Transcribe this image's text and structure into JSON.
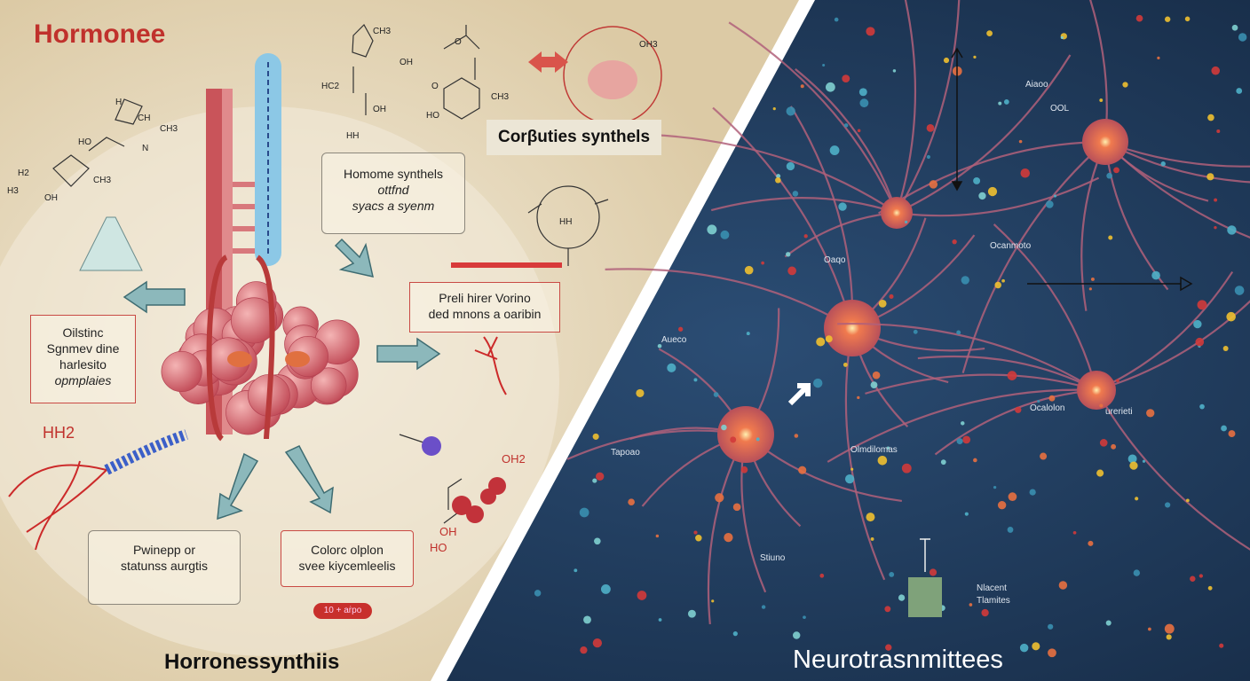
{
  "left_panel": {
    "title": "Hormonee",
    "bottom_title": "Horronessynthiis",
    "label_corbuties": "Corβuties synthels",
    "box_homome": [
      "Homome synthels",
      "ottfnd",
      "syacs a syenm"
    ],
    "box_preli": [
      "Preli hirer Vorino",
      "ded mnons a oaribin"
    ],
    "box_oilstinc": [
      "Oilstinc",
      "Sgnmev dine",
      "harlesito",
      "opmplaies"
    ],
    "hh2": "HH2",
    "box_pwinepp": [
      "Pwinepp or",
      "statunss aurgtis"
    ],
    "box_colorc": [
      "Colorc olplon",
      "svee kiycemleelis"
    ],
    "pill": "10 + aṙpo",
    "chem_labels": [
      "CH3",
      "OH",
      "HC2",
      "OH",
      "HH",
      "O",
      "O",
      "CH3",
      "HO",
      "H",
      "CH",
      "CH3",
      "HO",
      "N",
      "H2",
      "CH3",
      "H3",
      "OH",
      "HH",
      "OH2",
      "OH",
      "HO",
      "OH3"
    ]
  },
  "right_panel": {
    "title": "Neurotrasnmittees",
    "labels": [
      "Aiaoo",
      "OOL",
      "Ocanmoto",
      "Oaqo",
      "Aueco",
      "Ocalolon",
      "urerieti",
      "Olmdilomas",
      "Tapoao",
      "Stiuno"
    ],
    "legend": [
      "Nlacent",
      "Tlamites"
    ]
  },
  "colors": {
    "beige": "#e8dcc2",
    "navy": "#1f3a5c",
    "red": "#c0312c",
    "teal": "#7fb0b5"
  }
}
